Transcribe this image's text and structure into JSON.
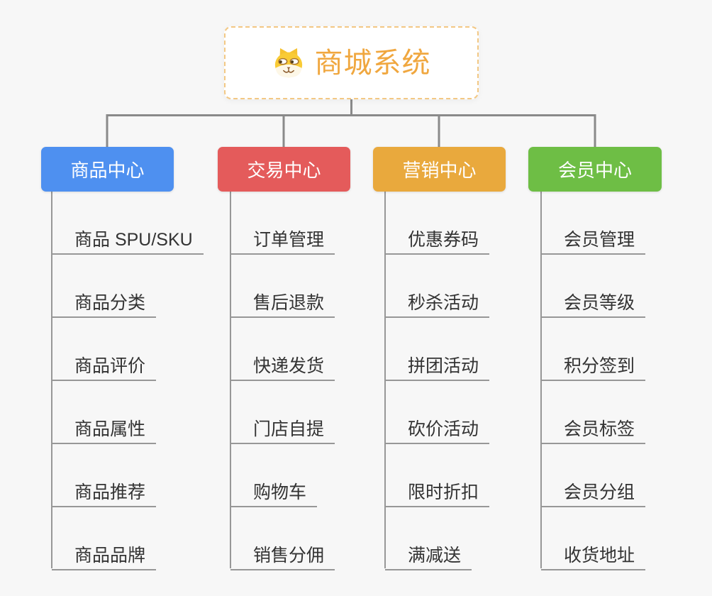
{
  "root": {
    "title": "商城系统",
    "icon": "dog-face-icon",
    "title_color": "#f0a73f",
    "border_color": "#f3c884"
  },
  "branches": [
    {
      "label": "商品中心",
      "color": "#4e90f0",
      "children": [
        "商品 SPU/SKU",
        "商品分类",
        "商品评价",
        "商品属性",
        "商品推荐",
        "商品品牌"
      ]
    },
    {
      "label": "交易中心",
      "color": "#e45b5b",
      "children": [
        "订单管理",
        "售后退款",
        "快递发货",
        "门店自提",
        "购物车",
        "销售分佣"
      ]
    },
    {
      "label": "营销中心",
      "color": "#e9a93d",
      "children": [
        "优惠券码",
        "秒杀活动",
        "拼团活动",
        "砍价活动",
        "限时折扣",
        "满减送"
      ]
    },
    {
      "label": "会员中心",
      "color": "#6ebe45",
      "children": [
        "会员管理",
        "会员等级",
        "积分签到",
        "会员标签",
        "会员分组",
        "收货地址"
      ]
    }
  ],
  "palette": {
    "background": "#f7f7f7",
    "connector_line": "#8a8a8a",
    "leaf_line": "#979797",
    "leaf_text": "#333333"
  }
}
